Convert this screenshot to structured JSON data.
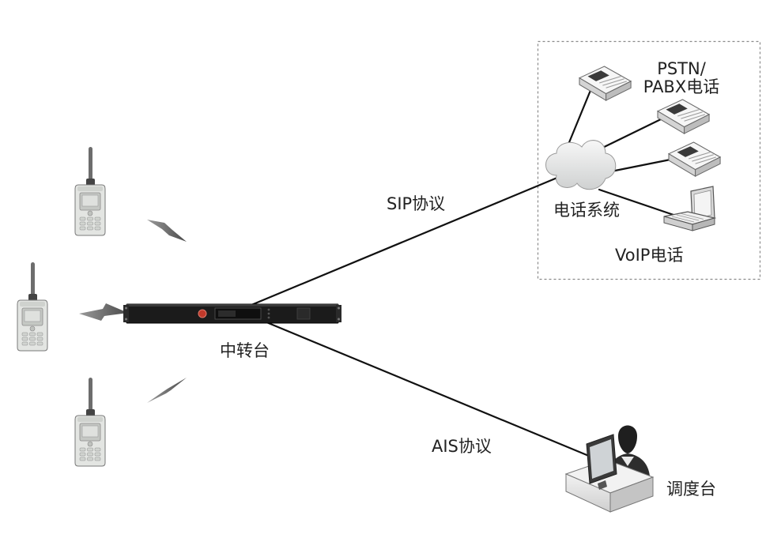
{
  "labels": {
    "pstn_line1": "PSTN/",
    "pstn_line2": "PABX电话",
    "phone_system": "电话系统",
    "voip": "VoIP电话",
    "sip": "SIP协议",
    "repeater": "中转台",
    "ais": "AIS协议",
    "dispatch": "调度台"
  },
  "icons": [
    "handheld-radio-icon",
    "lightning-signal-icon",
    "repeater-rack-unit-icon",
    "cloud-icon",
    "desk-phone-icon",
    "voip-phone-icon",
    "dispatcher-console-icon"
  ],
  "colors": {
    "line": "#111111",
    "radio_body": "#e4e6e3",
    "rack_body": "#1b1b1b",
    "power_button": "#c0392b",
    "cloud": "#e9eaea",
    "frame_dash": "#8a8a8a"
  }
}
